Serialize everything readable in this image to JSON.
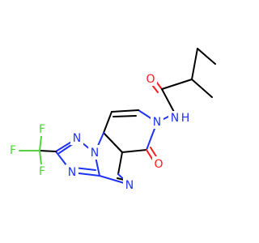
{
  "molecule": {
    "colors": {
      "nitrogen": "#1f33f5",
      "oxygen": "#ff1a1a",
      "fluorine": "#4fd43a",
      "carbon_bond": "#000000"
    },
    "atoms": {
      "oxygen_amide": "O",
      "nitrogen_amide": "N",
      "hydrogen_amide": "H",
      "nitrogen_pyridinone": "N",
      "oxygen_ketone": "O",
      "nitrogen_pyrimidine": "N",
      "nitrogen_triazole_top": "N",
      "nitrogen_triazole_bridge": "N",
      "nitrogen_triazole_bottom": "N",
      "fluorine_top": "F",
      "fluorine_left": "F",
      "fluorine_bottom": "F"
    }
  }
}
